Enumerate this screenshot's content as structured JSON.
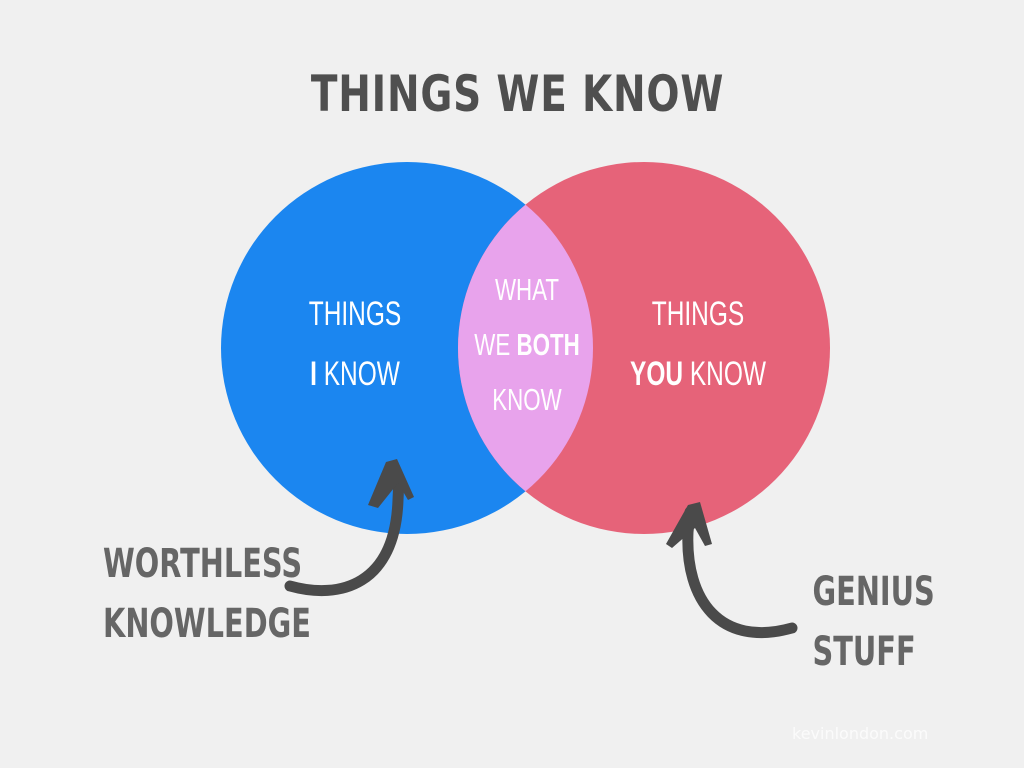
{
  "title": "THINGS WE KNOW",
  "colors": {
    "background": "#f0f0f0",
    "left_circle": "#1b86f0",
    "right_circle": "#e66379",
    "intersection": "#e8a3ec",
    "arrow": "#4a4a4a",
    "title_text": "#4f4f4f",
    "note_text": "#666666"
  },
  "venn": {
    "left": {
      "line1": "THINGS",
      "line2_bold": "I",
      "line2_rest": " KNOW"
    },
    "intersection": {
      "line1": "WHAT",
      "line2_plain": "WE ",
      "line2_bold": "BOTH",
      "line3": "KNOW"
    },
    "right": {
      "line1": "THINGS",
      "line2_bold": "YOU",
      "line2_rest": " KNOW"
    }
  },
  "annotations": {
    "left": {
      "line1": "WORTHLESS",
      "line2": "KNOWLEDGE",
      "arrow_icon": "curved-arrow-up-icon"
    },
    "right": {
      "line1": "GENIUS",
      "line2": "STUFF",
      "arrow_icon": "curved-arrow-up-icon"
    }
  },
  "footer": "kevinlondon.com"
}
